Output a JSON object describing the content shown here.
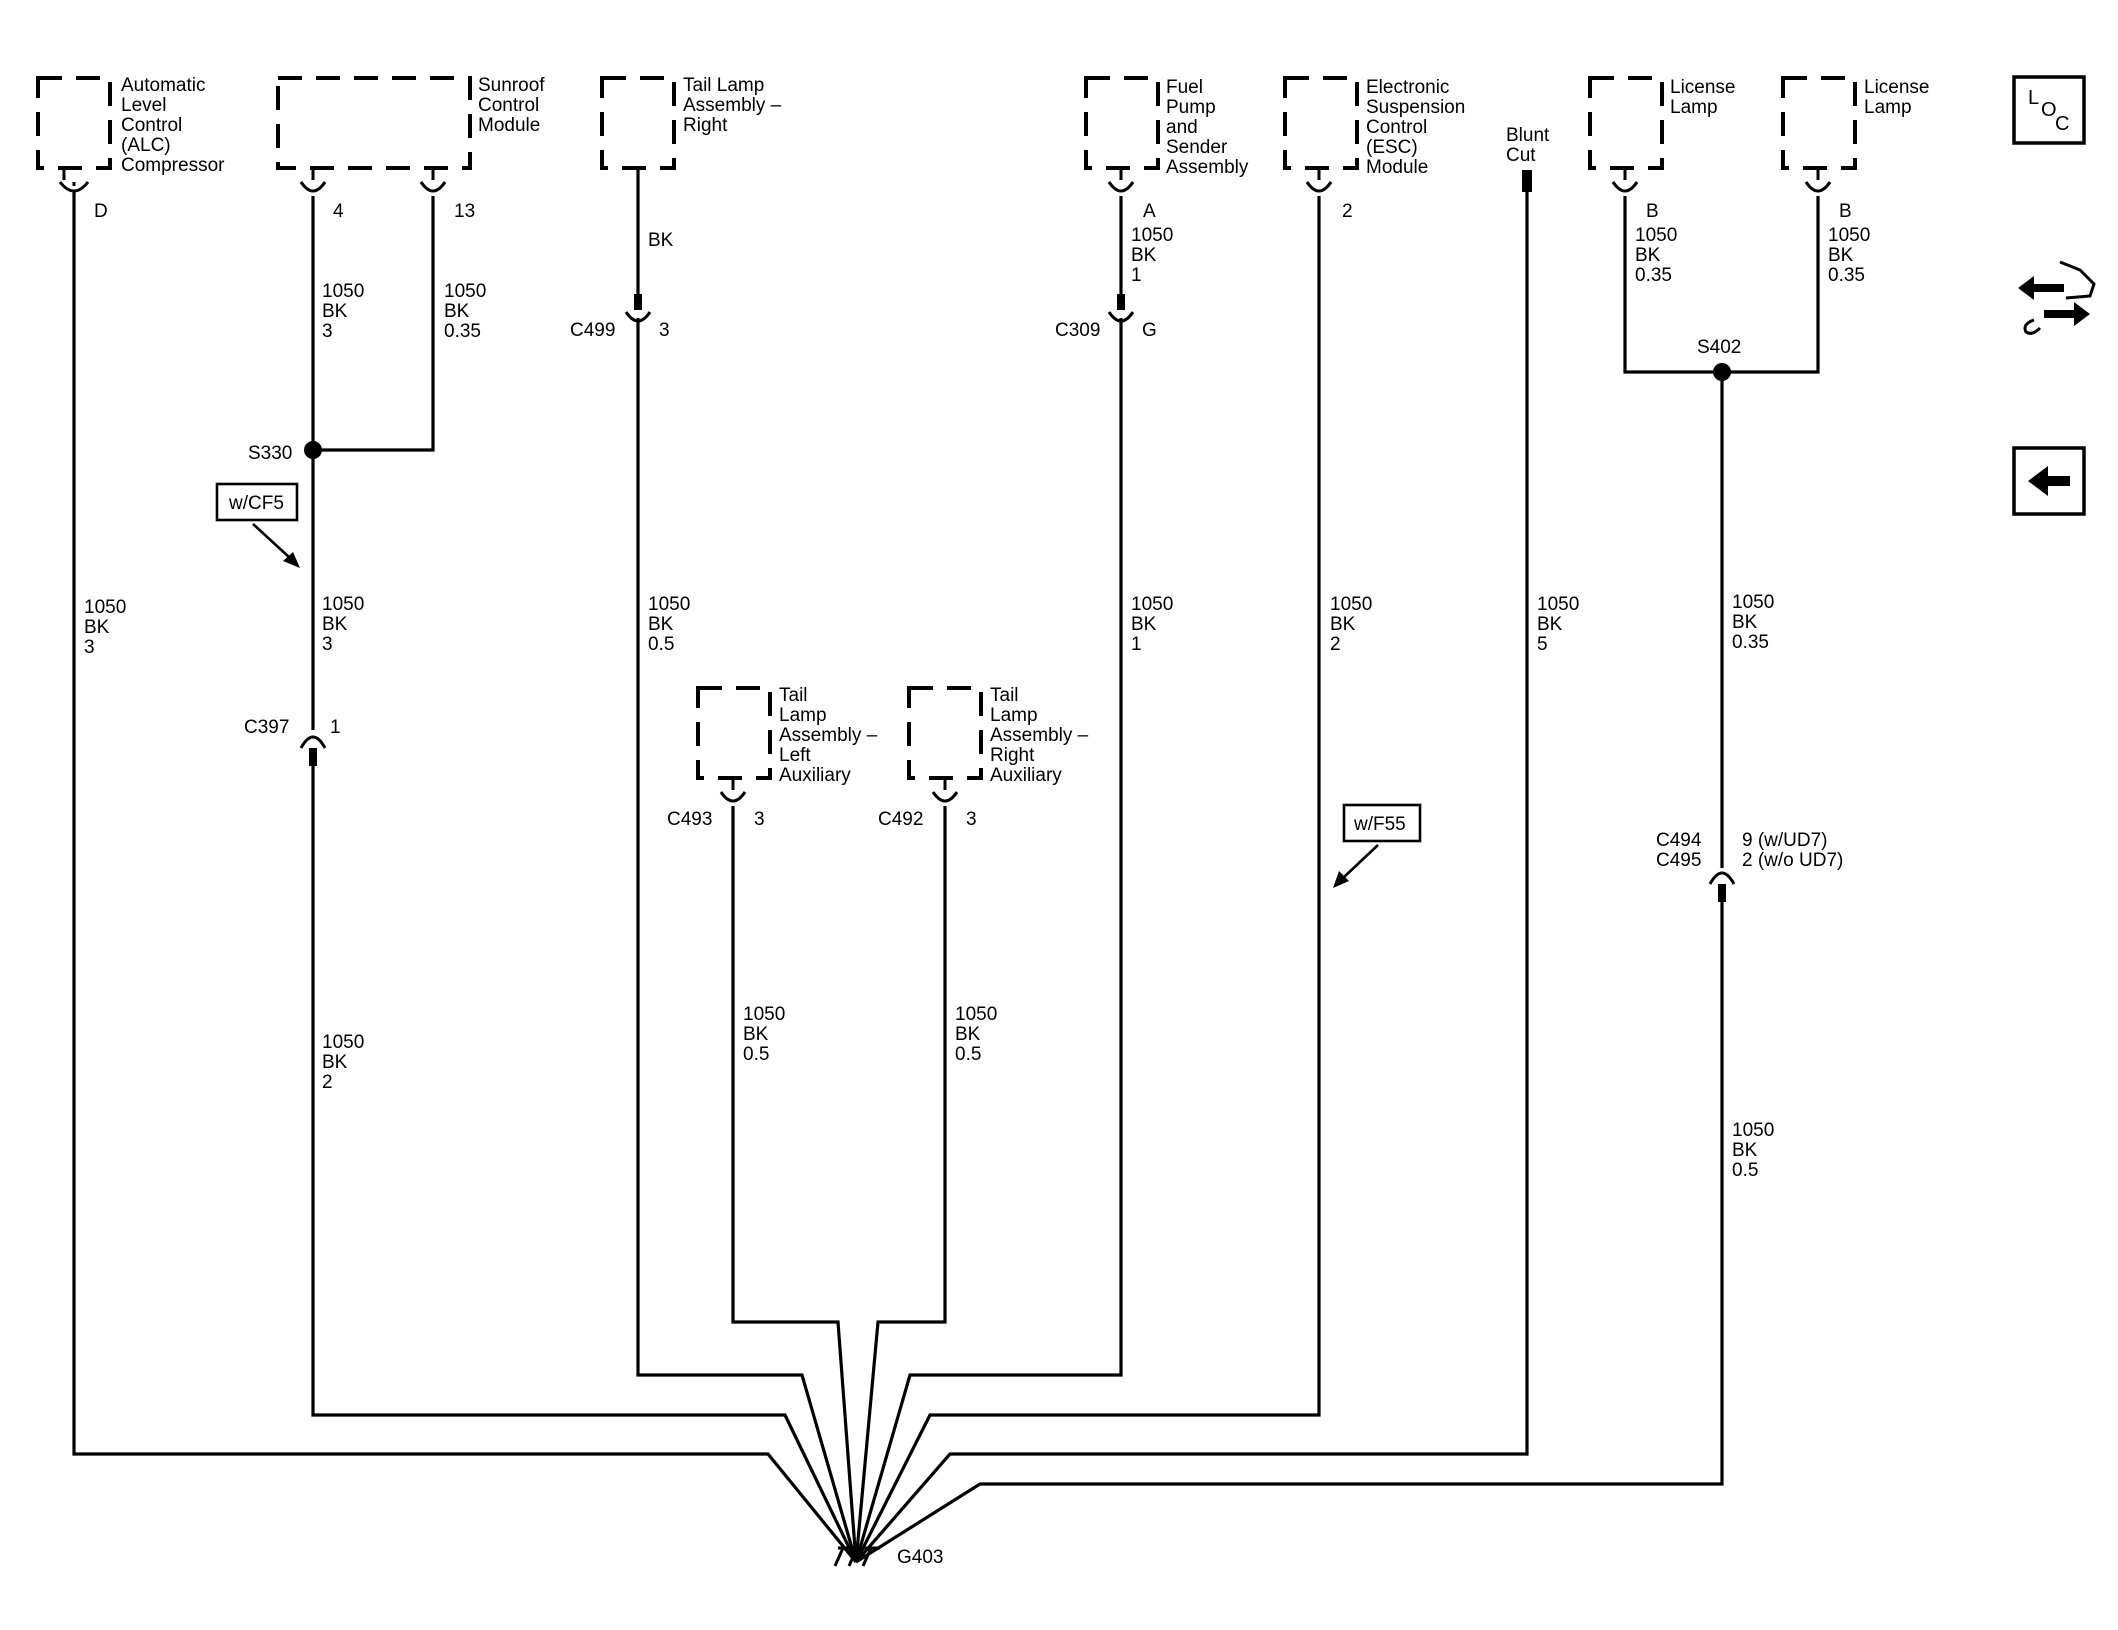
{
  "components": {
    "alc": {
      "label": [
        "Automatic",
        "Level",
        "Control",
        "(ALC)",
        "Compressor"
      ],
      "pin": "D"
    },
    "sunroof": {
      "label": [
        "Sunroof",
        "Control",
        "Module"
      ],
      "pin_a": "4",
      "pin_b": "13"
    },
    "tail_right": {
      "label": [
        "Tail Lamp",
        "Assembly –",
        "Right"
      ]
    },
    "fuel_pump": {
      "label": [
        "Fuel",
        "Pump",
        "and",
        "Sender",
        "Assembly"
      ],
      "pin": "A"
    },
    "esc": {
      "label": [
        "Electronic",
        "Suspension",
        "Control",
        "(ESC)",
        "Module"
      ],
      "pin": "2"
    },
    "blunt_cut": {
      "label": [
        "Blunt",
        "Cut"
      ]
    },
    "license_1": {
      "label": [
        "License",
        "Lamp"
      ],
      "pin": "B"
    },
    "license_2": {
      "label": [
        "License",
        "Lamp"
      ],
      "pin": "B"
    },
    "tail_left_aux": {
      "label": [
        "Tail",
        "Lamp",
        "Assembly –",
        "Left",
        "Auxiliary"
      ]
    },
    "tail_right_aux": {
      "label": [
        "Tail",
        "Lamp",
        "Assembly –",
        "Right",
        "Auxiliary"
      ]
    }
  },
  "wires": {
    "alc_main": [
      "1050",
      "BK",
      "3"
    ],
    "sunroof_4": [
      "1050",
      "BK",
      "3"
    ],
    "sunroof_13": [
      "1050",
      "BK",
      "0.35"
    ],
    "sunroof_mid": [
      "1050",
      "BK",
      "3"
    ],
    "sunroof_low": [
      "1050",
      "BK",
      "2"
    ],
    "tail_right_top": [
      "BK"
    ],
    "tail_right_main": [
      "1050",
      "BK",
      "0.5"
    ],
    "fuel_top": [
      "1050",
      "BK",
      "1"
    ],
    "fuel_main": [
      "1050",
      "BK",
      "1"
    ],
    "esc_main": [
      "1050",
      "BK",
      "2"
    ],
    "blunt_main": [
      "1050",
      "BK",
      "5"
    ],
    "license_1": [
      "1050",
      "BK",
      "0.35"
    ],
    "license_2": [
      "1050",
      "BK",
      "0.35"
    ],
    "license_mid": [
      "1050",
      "BK",
      "0.35"
    ],
    "license_low": [
      "1050",
      "BK",
      "0.5"
    ],
    "tail_left_aux": [
      "1050",
      "BK",
      "0.5"
    ],
    "tail_right_aux": [
      "1050",
      "BK",
      "0.5"
    ]
  },
  "connectors": {
    "c499": {
      "id": "C499",
      "pin": "3"
    },
    "c309": {
      "id": "C309",
      "pin": "G"
    },
    "c397": {
      "id": "C397",
      "pin": "1"
    },
    "c493": {
      "id": "C493",
      "pin": "3"
    },
    "c492": {
      "id": "C492",
      "pin": "3"
    },
    "c494_495": {
      "id": [
        "C494",
        "C495"
      ],
      "pin": [
        "9 (w/UD7)",
        "2 (w/o UD7)"
      ]
    }
  },
  "splices": {
    "s330": "S330",
    "s402": "S402"
  },
  "options": {
    "cf5": "w/CF5",
    "f55": "w/F55"
  },
  "ground": {
    "id": "G403"
  },
  "nav": {
    "loc_letters": [
      "L",
      "O",
      "C"
    ],
    "loc_icon": "location-icon",
    "connector_icon": "connector-end-view-icon",
    "back_icon": "back-arrow-icon"
  }
}
